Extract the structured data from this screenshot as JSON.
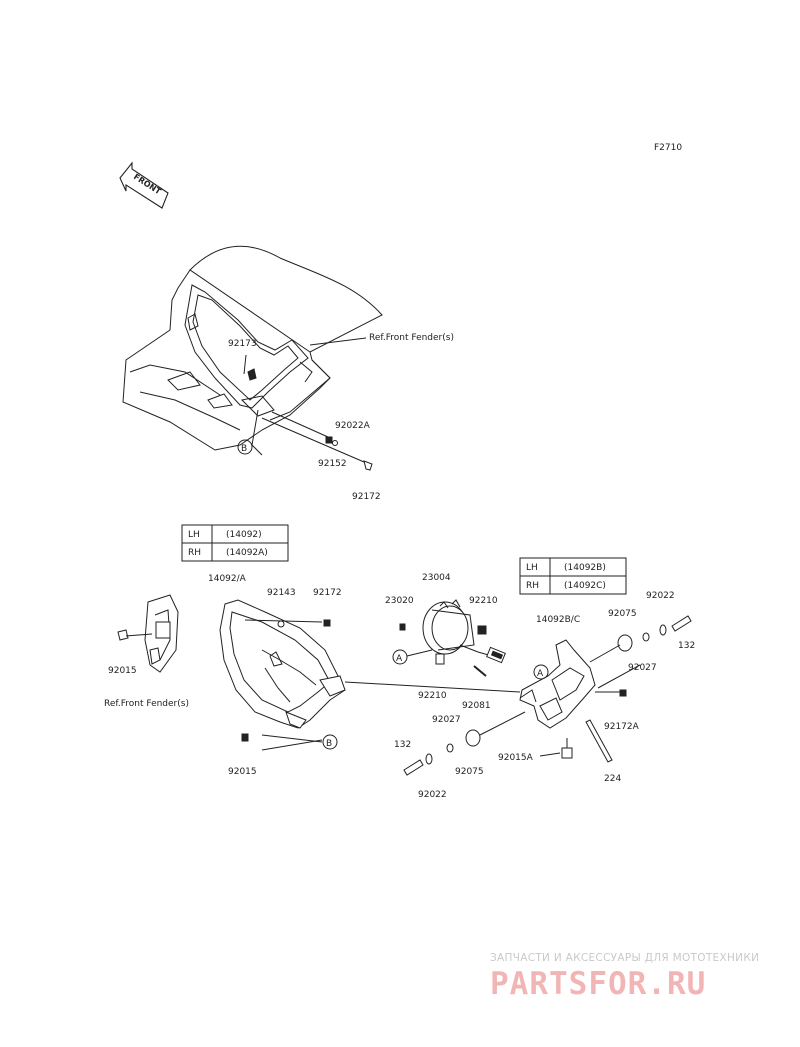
{
  "figure_id": "F2710",
  "front_arrow_text": "FRONT",
  "references": {
    "front_fender_top": "Ref.Front Fender(s)",
    "front_fender_left": "Ref.Front Fender(s)"
  },
  "callouts": {
    "A": "A",
    "B": "B"
  },
  "tables": {
    "left": {
      "rows": [
        {
          "side": "LH",
          "part": "(14092)"
        },
        {
          "side": "RH",
          "part": "(14092A)"
        }
      ]
    },
    "right": {
      "rows": [
        {
          "side": "LH",
          "part": "(14092B)"
        },
        {
          "side": "RH",
          "part": "(14092C)"
        }
      ]
    }
  },
  "parts": {
    "p92173": "92173",
    "p92022A": "92022A",
    "p92152": "92152",
    "p92172_top": "92172",
    "p14092A": "14092/A",
    "p92143": "92143",
    "p92172_mid": "92172",
    "p92015_left": "92015",
    "p92015_bottom": "92015",
    "p23004": "23004",
    "p23020": "23020",
    "p92210_top": "92210",
    "p92210_bot": "92210",
    "p92081": "92081",
    "p14092BC": "14092B/C",
    "p92075_top": "92075",
    "p92022_top": "92022",
    "p132_right": "132",
    "p92027_right": "92027",
    "p92172A": "92172A",
    "p92027_left": "92027",
    "p132_left": "132",
    "p92075_bot": "92075",
    "p92015A": "92015A",
    "p92022_bot": "92022",
    "p224": "224"
  },
  "watermark": {
    "tagline": "ЗАПЧАСТИ И АКСЕССУАРЫ ДЛЯ МОТОТЕХНИКИ",
    "brand": "PARTSFOR.RU",
    "color": "#f2b5b5"
  }
}
